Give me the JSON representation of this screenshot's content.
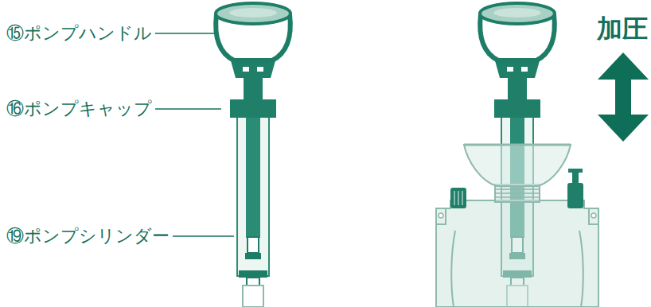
{
  "diagram": {
    "labels": [
      "⑮ポンプハンドル",
      "⑯ポンプキャップ",
      "⑲ポンプシリンダー",
      "加圧"
    ]
  }
}
